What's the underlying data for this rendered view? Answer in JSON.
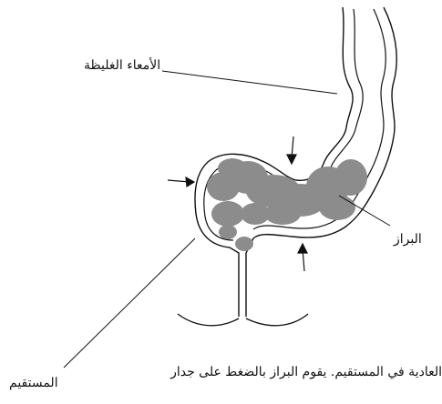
{
  "labels": {
    "colon": "الأمعاء الغليظة",
    "stool": "البراز",
    "rectum": "المستقيم"
  },
  "caption": "العادية في المستقيم. يقوم البراز بالضغط على جدار",
  "colors": {
    "line": "#111111",
    "stool": "#8c8c8c",
    "background": "#ffffff"
  },
  "icons": [
    "arrow-icon"
  ]
}
